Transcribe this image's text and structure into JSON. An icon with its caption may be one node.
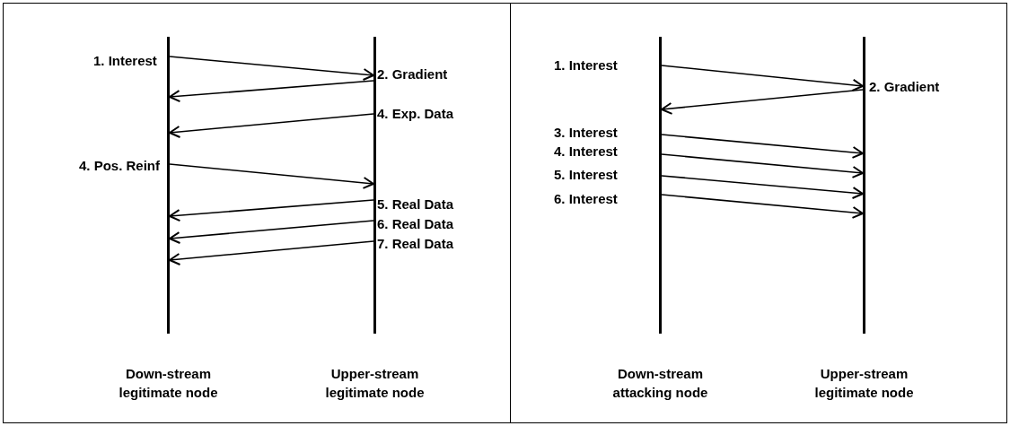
{
  "diagram": {
    "nodes": [
      {
        "text": [],
        "shape": "box"
      },
      {
        "text": [
          "Down-stream legitimate node"
        ],
        "in": 0
      },
      {
        "text": [
          "Upper-stream legitimate node"
        ],
        "in": 0
      },
      {
        "text": [],
        "shape": "box"
      },
      {
        "text": [
          "Down-stream attacking node"
        ],
        "in": 3
      },
      {
        "text": [
          "Upper-stream legitimate node"
        ],
        "in": 3
      }
    ],
    "edges": [
      {
        "from": 1,
        "to": 2,
        "arrow": "to",
        "label": "1. Interest"
      },
      {
        "from": 2,
        "to": 1,
        "arrow": "to",
        "label": "2. Gradient"
      },
      {
        "from": 2,
        "to": 1,
        "arrow": "to",
        "label": "4. Exp. Data"
      },
      {
        "from": 1,
        "to": 2,
        "arrow": "to",
        "label": "4. Pos. Reinf"
      },
      {
        "from": 2,
        "to": 1,
        "arrow": "to",
        "label": "5. Real Data"
      },
      {
        "from": 2,
        "to": 1,
        "arrow": "to",
        "label": "6. Real Data"
      },
      {
        "from": 2,
        "to": 1,
        "arrow": "to",
        "label": "7. Real Data"
      },
      {
        "from": 4,
        "to": 5,
        "arrow": "to",
        "label": "1. Interest"
      },
      {
        "from": 5,
        "to": 4,
        "arrow": "to",
        "label": "2. Gradient"
      },
      {
        "from": 4,
        "to": 5,
        "arrow": "to",
        "label": "3. Interest"
      },
      {
        "from": 4,
        "to": 5,
        "arrow": "to",
        "label": "4. Interest"
      },
      {
        "from": 4,
        "to": 5,
        "arrow": "to",
        "label": "5. Interest"
      },
      {
        "from": 4,
        "to": 5,
        "arrow": "to",
        "label": "6. Interest"
      }
    ]
  }
}
